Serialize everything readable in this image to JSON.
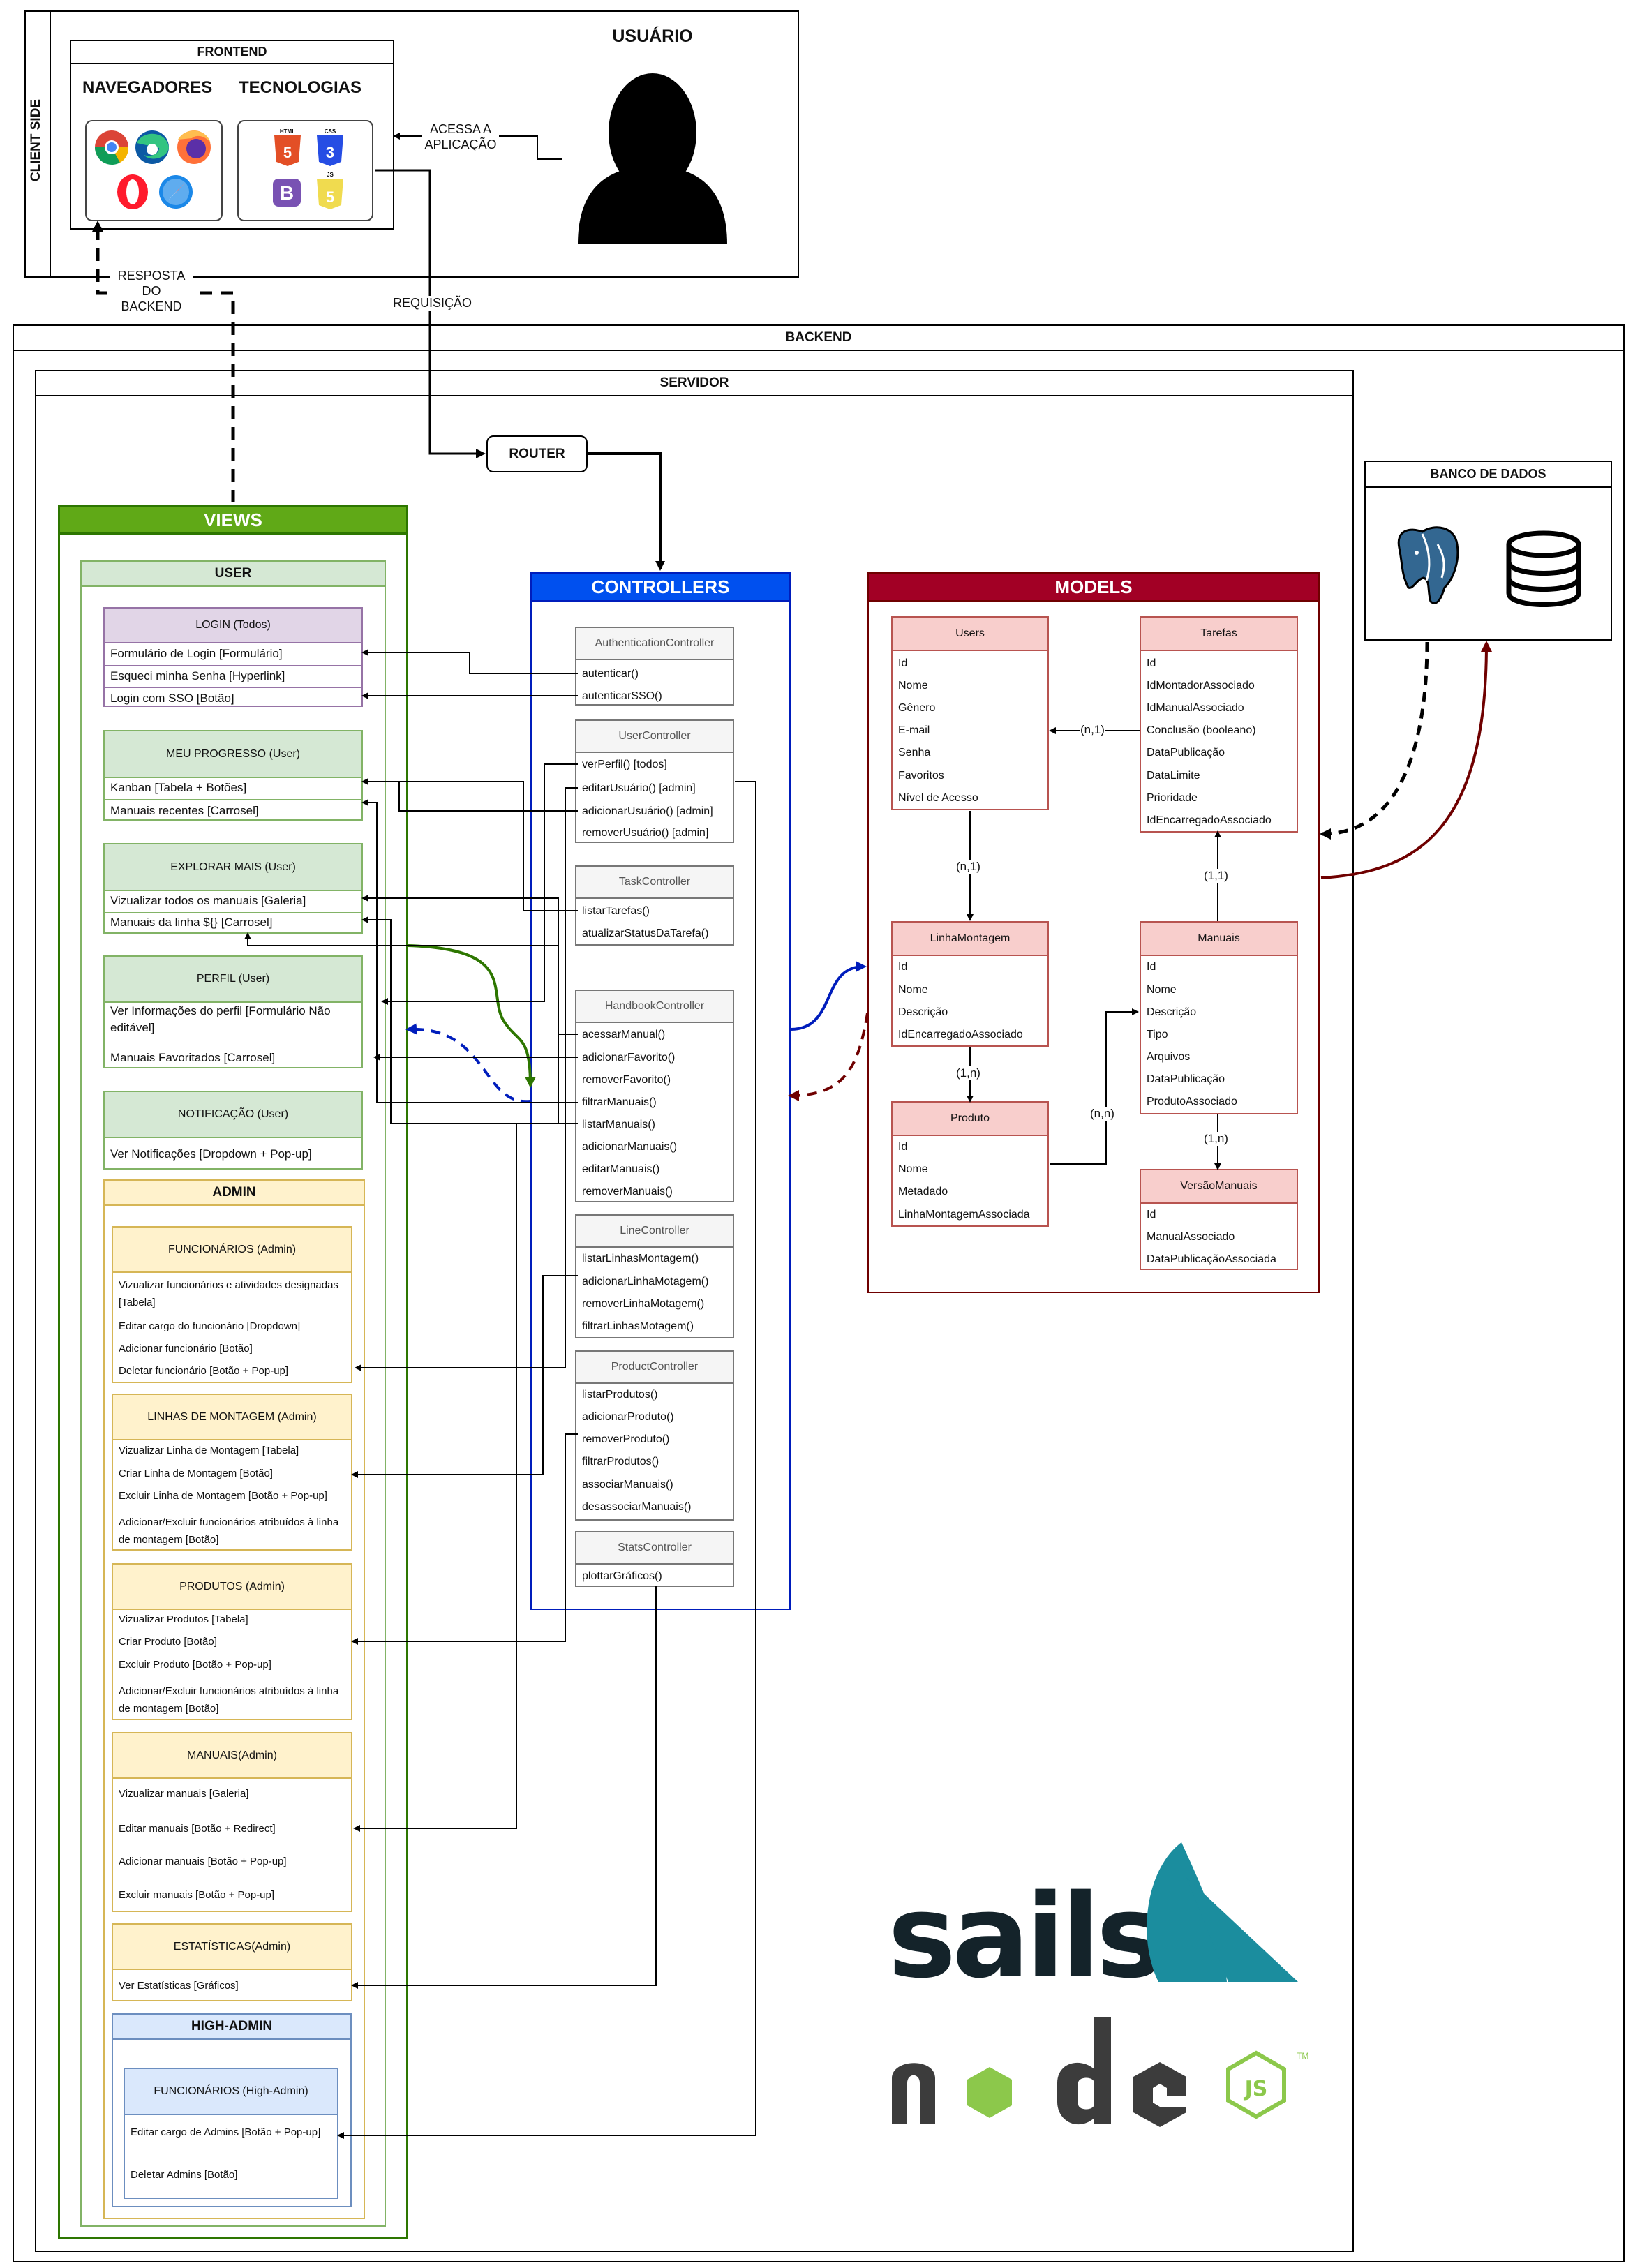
{
  "client": {
    "side_label": "CLIENT SIDE",
    "user_title": "USUÁRIO",
    "frontend_title": "FRONTEND",
    "browsers_label": "NAVEGADORES",
    "tech_label": "TECNOLOGIAS",
    "browser_icons": [
      "chrome-icon",
      "edge-icon",
      "firefox-icon",
      "opera-icon",
      "safari-icon"
    ],
    "tech_icons": [
      {
        "name": "html5-icon",
        "text": "HTML",
        "glyph": "5",
        "color": "#e34f26"
      },
      {
        "name": "css3-icon",
        "text": "CSS",
        "glyph": "3",
        "color": "#264de4"
      },
      {
        "name": "bootstrap-icon",
        "text": "",
        "glyph": "B",
        "color": "#7952b3"
      },
      {
        "name": "javascript-icon",
        "text": "JS",
        "glyph": "5",
        "color": "#f0db4f"
      }
    ]
  },
  "edges": {
    "access": "ACESSA A APLICAÇÃO",
    "request": "REQUISIÇÃO",
    "response": "RESPOSTA DO BACKEND"
  },
  "backend": {
    "title": "BACKEND",
    "server_title": "SERVIDOR",
    "router": "ROUTER",
    "db_title": "BANCO DE DADOS"
  },
  "views": {
    "title": "VIEWS",
    "user_group": "USER",
    "admin_group": "ADMIN",
    "highadmin_group": "HIGH-ADMIN",
    "user_cards": [
      {
        "title": "LOGIN (Todos)",
        "items": [
          "Formulário de Login [Formulário]",
          "Esqueci minha Senha [Hyperlink]",
          "Login com SSO [Botão]"
        ]
      },
      {
        "title": "MEU PROGRESSO (User)",
        "items": [
          "Kanban [Tabela + Botões]",
          "Manuais recentes [Carrosel]"
        ]
      },
      {
        "title": "EXPLORAR MAIS (User)",
        "items": [
          "Vizualizar todos os manuais [Galeria]",
          "Manuais da linha ${} [Carrosel]"
        ]
      },
      {
        "title": "PERFIL (User)",
        "items": [
          "Ver Informações do perfil [Formulário Não editável]",
          "Manuais Favoritados [Carrosel]"
        ]
      },
      {
        "title": "NOTIFICAÇÃO (User)",
        "items": [
          "Ver Notificações [Dropdown + Pop-up]"
        ]
      }
    ],
    "admin_cards": [
      {
        "title": "FUNCIONÁRIOS (Admin)",
        "items": [
          "Vizualizar funcionários e atividades designadas [Tabela]",
          "Editar cargo do funcionário [Dropdown]",
          "Adicionar funcionário [Botão]",
          "Deletar funcionário [Botão + Pop-up]"
        ]
      },
      {
        "title": "LINHAS DE MONTAGEM (Admin)",
        "items": [
          "Vizualizar Linha de Montagem [Tabela]",
          "Criar Linha de Montagem [Botão]",
          "Excluir Linha de Montagem [Botão + Pop-up]",
          "Adicionar/Excluir funcionários atribuídos à linha de montagem [Botão]"
        ]
      },
      {
        "title": "PRODUTOS (Admin)",
        "items": [
          "Vizualizar Produtos [Tabela]",
          "Criar Produto [Botão]",
          "Excluir Produto [Botão + Pop-up]",
          "Adicionar/Excluir funcionários atribuídos à linha de montagem [Botão]"
        ]
      },
      {
        "title": "MANUAIS(Admin)",
        "items": [
          "Vizualizar manuais [Galeria]",
          "Editar manuais [Botão + Redirect]",
          "Adicionar manuais [Botão + Pop-up]",
          "Excluir manuais [Botão + Pop-up]"
        ]
      },
      {
        "title": "ESTATÍSTICAS(Admin)",
        "items": [
          "Ver Estatísticas [Gráficos]"
        ]
      }
    ],
    "highadmin_card": {
      "title": "FUNCIONÁRIOS (High-Admin)",
      "items": [
        "Editar cargo de Admins [Botão + Pop-up]",
        "Deletar Admins [Botão]"
      ]
    }
  },
  "controllers": {
    "title": "CONTROLLERS",
    "list": [
      {
        "name": "AuthenticationController",
        "methods": [
          "autenticar()",
          "autenticarSSO()"
        ]
      },
      {
        "name": "UserController",
        "methods": [
          "verPerfil() [todos]",
          "editarUsuário() [admin]",
          "adicionarUsuário() [admin]",
          "removerUsuário() [admin]"
        ]
      },
      {
        "name": "TaskController",
        "methods": [
          "listarTarefas()",
          "atualizarStatusDaTarefa()"
        ]
      },
      {
        "name": "HandbookController",
        "methods": [
          "acessarManual()",
          "adicionarFavorito()",
          "removerFavorito()",
          "filtrarManuais()",
          "listarManuais()",
          "adicionarManuais()",
          "editarManuais()",
          "removerManuais()"
        ]
      },
      {
        "name": "LineController",
        "methods": [
          "listarLinhasMontagem()",
          "adicionarLinhaMotagem()",
          "removerLinhaMotagem()",
          "filtrarLinhasMotagem()"
        ]
      },
      {
        "name": "ProductController",
        "methods": [
          "listarProdutos()",
          "adicionarProduto()",
          "removerProduto()",
          "filtrarProdutos()",
          "associarManuais()",
          "desassociarManuais()"
        ]
      },
      {
        "name": "StatsController",
        "methods": [
          "plottarGráficos()"
        ]
      }
    ]
  },
  "models": {
    "title": "MODELS",
    "entities": [
      {
        "name": "Users",
        "fields": [
          "Id",
          "Nome",
          "Gênero",
          "E-mail",
          "Senha",
          "Favoritos",
          "Nível de Acesso"
        ]
      },
      {
        "name": "Tarefas",
        "fields": [
          "Id",
          "IdMontadorAssociado",
          "IdManualAssociado",
          "Conclusão (booleano)",
          "DataPublicação",
          "DataLimite",
          "Prioridade",
          "IdEncarregadoAssociado"
        ]
      },
      {
        "name": "LinhaMontagem",
        "fields": [
          "Id",
          "Nome",
          "Descrição",
          "IdEncarregadoAssociado"
        ]
      },
      {
        "name": "Manuais",
        "fields": [
          "Id",
          "Nome",
          "Descrição",
          "Tipo",
          "Arquivos",
          "DataPublicação",
          "ProdutoAssociado"
        ]
      },
      {
        "name": "Produto",
        "fields": [
          "Id",
          "Nome",
          "Metadado",
          "LinhaMontagemAssociada"
        ]
      },
      {
        "name": "VersãoManuais",
        "fields": [
          "Id",
          "ManualAssociado",
          "DataPublicaçãoAssociada"
        ]
      }
    ],
    "relations": [
      "(n,1)",
      "(n,1)",
      "(1,1)",
      "(1,n)",
      "(1,n)",
      "(n,n)"
    ]
  },
  "logos": {
    "sails": "sails",
    "node": "node",
    "node_js": "JS",
    "tm": "TM"
  },
  "colors": {
    "views": "#60a917",
    "controllers": "#0050ef",
    "models": "#a20025",
    "green_fill": "#d5e8d4",
    "purple_fill": "#e1d5e7",
    "yellow_fill": "#fff2cc",
    "blue_fill": "#dae8fc",
    "sails": "#1b8d9e",
    "node_green": "#8cc84b",
    "node_dark": "#3c3c3c"
  }
}
